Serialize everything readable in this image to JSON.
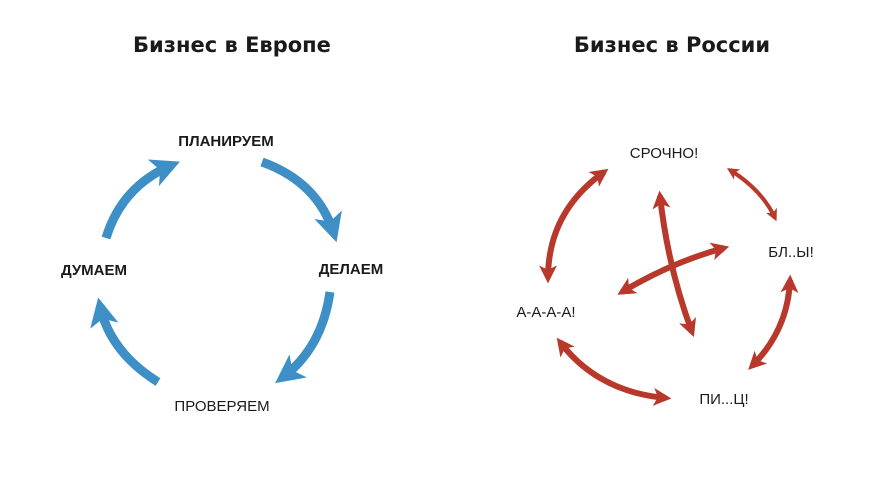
{
  "europe": {
    "title": "Бизнес в Европе",
    "nodes": {
      "top": "ПЛАНИРУЕМ",
      "right": "ДЕЛАЕМ",
      "bottom": "ПРОВЕРЯЕМ",
      "left": "ДУМАЕМ"
    },
    "color": "#3d8fc6"
  },
  "russia": {
    "title": "Бизнес в России",
    "nodes": {
      "top": "СРОЧНО!",
      "right": "БЛ..Ы!",
      "bottom": "ПИ...Ц!",
      "left": "А-А-А-А!"
    },
    "color": "#b8392c"
  }
}
